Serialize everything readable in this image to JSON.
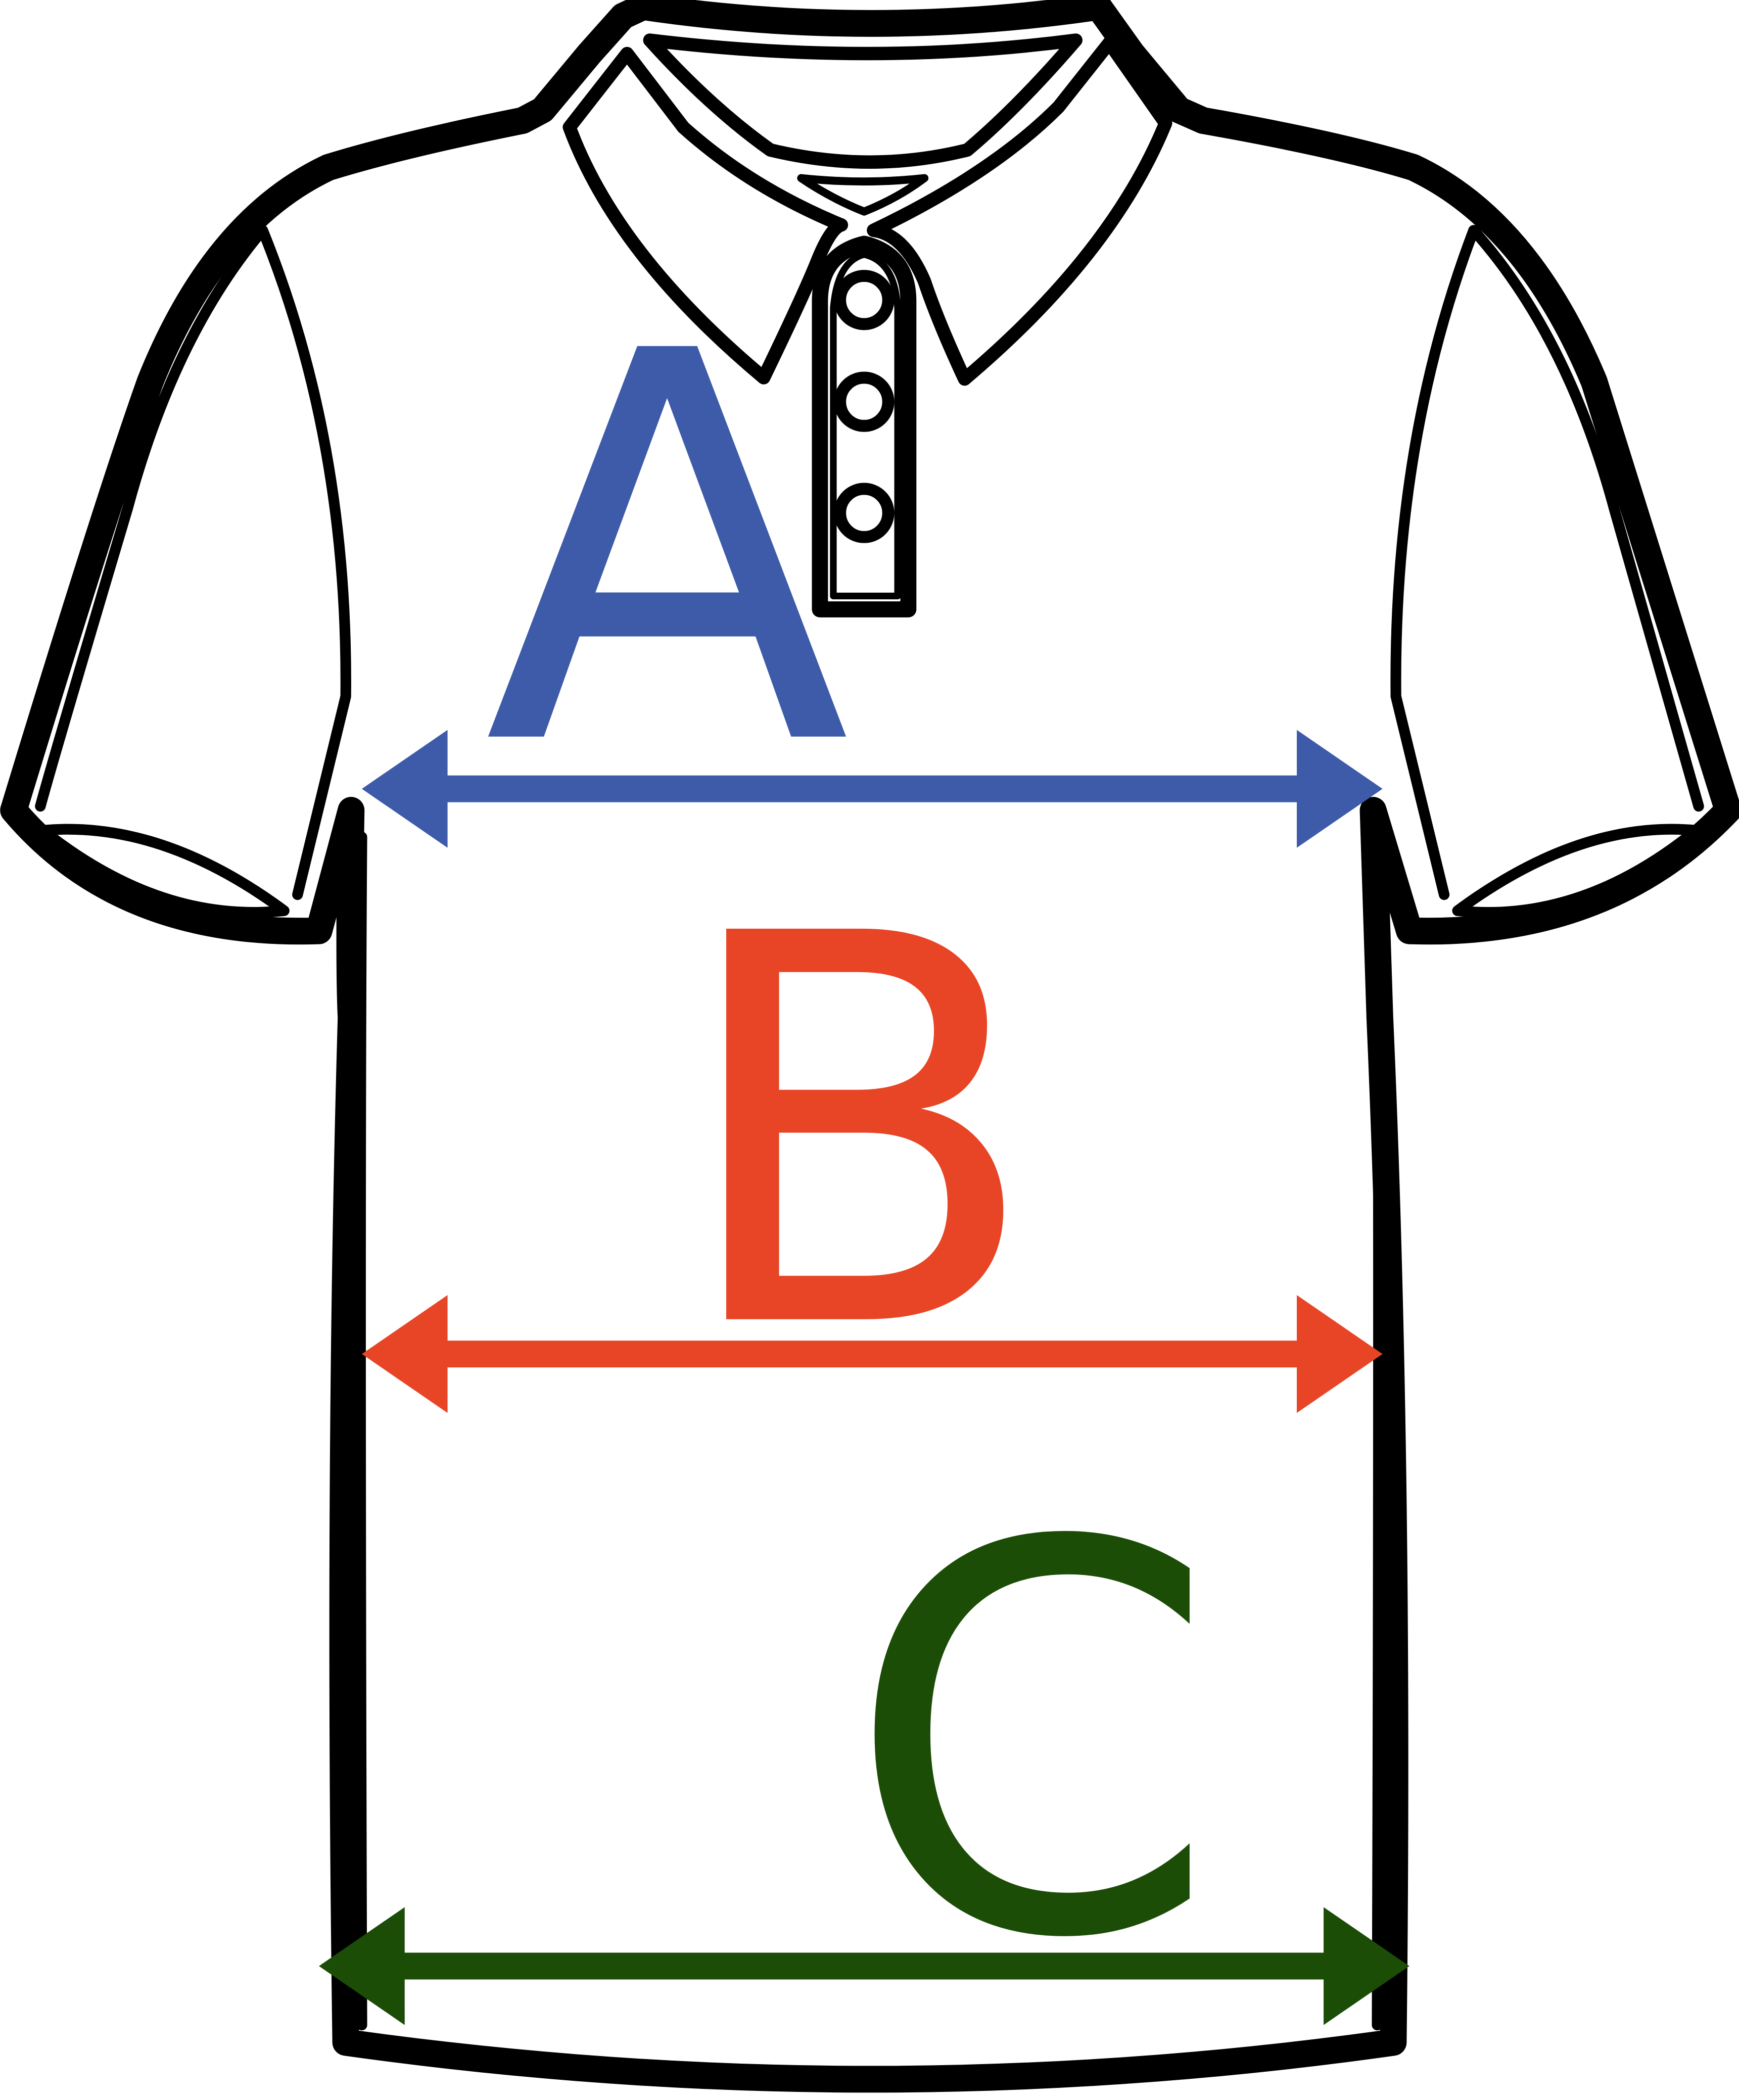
{
  "diagram": {
    "subject": "polo-shirt-outline",
    "measurements": [
      {
        "id": "chest",
        "label": "A",
        "color": "#3d5ba8"
      },
      {
        "id": "waist",
        "label": "B",
        "color": "#e84527"
      },
      {
        "id": "hem",
        "label": "C",
        "color": "#1b4d06"
      }
    ],
    "buttons_count": 3
  }
}
